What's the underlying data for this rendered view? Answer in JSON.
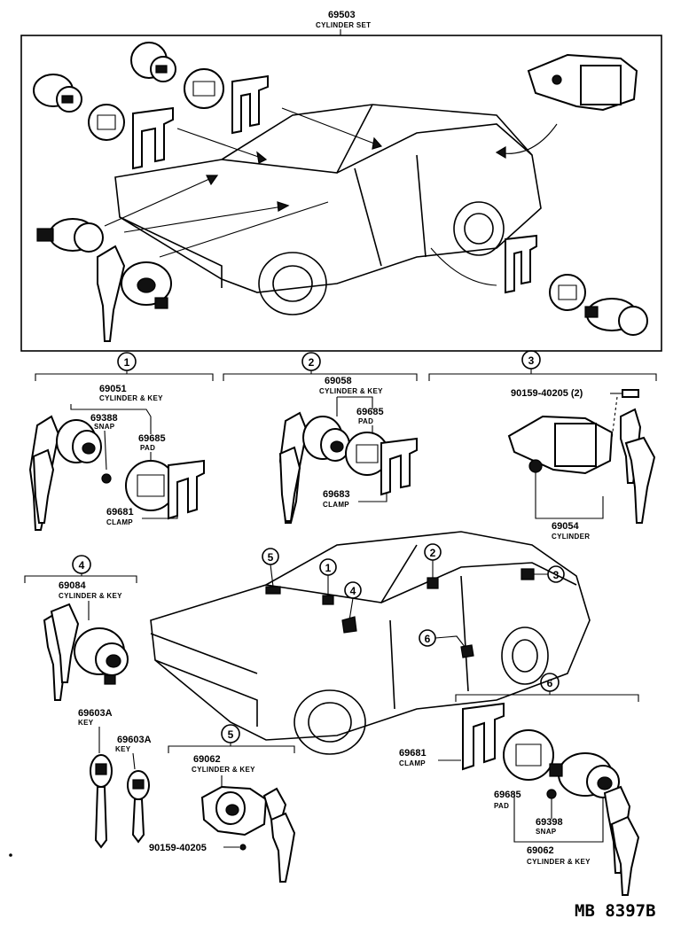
{
  "header": {
    "part_number": "69503",
    "part_name": "CYLINDER SET"
  },
  "groups": [
    {
      "circle": "1"
    },
    {
      "circle": "2"
    },
    {
      "circle": "3"
    },
    {
      "circle": "4"
    },
    {
      "circle": "5"
    },
    {
      "circle": "6"
    }
  ],
  "parts": {
    "g1_cyl_num": "69051",
    "g1_cyl_name": "CYLINDER & KEY",
    "g1_snap_num": "69388",
    "g1_snap_name": "SNAP",
    "g1_pad_num": "69685",
    "g1_pad_name": "PAD",
    "g1_clamp_num": "69681",
    "g1_clamp_name": "CLAMP",
    "g2_cyl_num": "69058",
    "g2_cyl_name": "CYLINDER & KEY",
    "g2_pad_num": "69685",
    "g2_pad_name": "PAD",
    "g2_clamp_num": "69683",
    "g2_clamp_name": "CLAMP",
    "g3_screw": "90159-40205 (2)",
    "g3_cyl_num": "69054",
    "g3_cyl_name": "CYLINDER",
    "g4_cyl_num": "69084",
    "g4_cyl_name": "CYLINDER & KEY",
    "key1_num": "69603A",
    "key1_name": "KEY",
    "key2_num": "69603A",
    "key2_name": "KEY",
    "g5_cyl_num": "69062",
    "g5_cyl_name": "CYLINDER & KEY",
    "g5_screw": "90159-40205",
    "g6_clamp_num": "69681",
    "g6_clamp_name": "CLAMP",
    "g6_pad_num": "69685",
    "g6_pad_name": "PAD",
    "g6_snap_num": "69398",
    "g6_snap_name": "SNAP",
    "g6_cyl_num": "69062",
    "g6_cyl_name": "CYLINDER & KEY"
  },
  "footer": {
    "drawing_code": "MB 8397B"
  }
}
